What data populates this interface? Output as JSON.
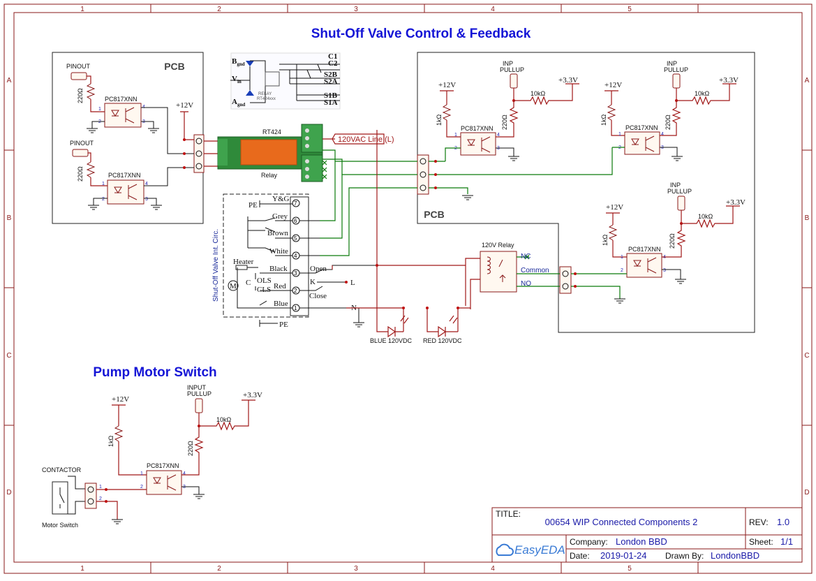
{
  "frame": {
    "columns": [
      "1",
      "2",
      "3",
      "4",
      "5"
    ],
    "rows": [
      "A",
      "B",
      "C",
      "D"
    ]
  },
  "headings": {
    "main_title": "Shut-Off Valve Control & Feedback",
    "pump_title": "Pump Motor Switch",
    "pcb_left": "PCB",
    "pcb_right": "PCB"
  },
  "labels": {
    "pinout": "PINOUT",
    "optocoupler": "PC817XNN",
    "r220": "220Ω",
    "r1k": "1kΩ",
    "r10k": "10kΩ",
    "v12": "+12V",
    "v33": "+3.3V",
    "inp": "INP",
    "pullup": "PULLUP",
    "input": "INPUT",
    "rt424": "RT424",
    "relay": "Relay",
    "relay_120": "120V Relay",
    "nc": "NC",
    "common": "Common",
    "no": "NO",
    "line_flag": "120VAC Line (L)",
    "valve_circ": "Shut-Off Valve Int. Circ.",
    "blue_led": "BLUE 120VDC",
    "red_led": "RED 120VDC",
    "contactor": "CONTACTOR",
    "motor_switch": "Motor Switch",
    "pe": "PE",
    "yg": "Y&G",
    "grey": "Grey",
    "brown": "Brown",
    "white": "White",
    "black": "Black",
    "red": "Red",
    "blue": "Blue",
    "heater": "Heater",
    "open": "Open",
    "close": "Close",
    "k": "K",
    "l": "L",
    "n": "N",
    "ols": "OLS",
    "cls": "CLS",
    "m": "M",
    "c": "C",
    "relay_inset": {
      "b_gnd": "B",
      "b_sub": "gnd",
      "v_in": "V",
      "v_sub": "in",
      "a_gnd": "A",
      "a_sub": "gnd",
      "c1": "C1",
      "c2": "C2",
      "s2b": "S2B",
      "s2a": "S2A",
      "s1b": "S1B",
      "s1a": "S1A",
      "model": "RELAY",
      "model2": "RT424xxx"
    }
  },
  "title_block": {
    "title_label": "TITLE:",
    "title": "00654 WIP Connected Components 2",
    "rev_label": "REV:",
    "rev": "1.0",
    "company_label": "Company:",
    "company": "London BBD",
    "sheet_label": "Sheet:",
    "sheet": "1/1",
    "date_label": "Date:",
    "date": "2019-01-24",
    "drawn_label": "Drawn By:",
    "drawn_by": "LondonBBD",
    "brand": "EasyEDA"
  }
}
